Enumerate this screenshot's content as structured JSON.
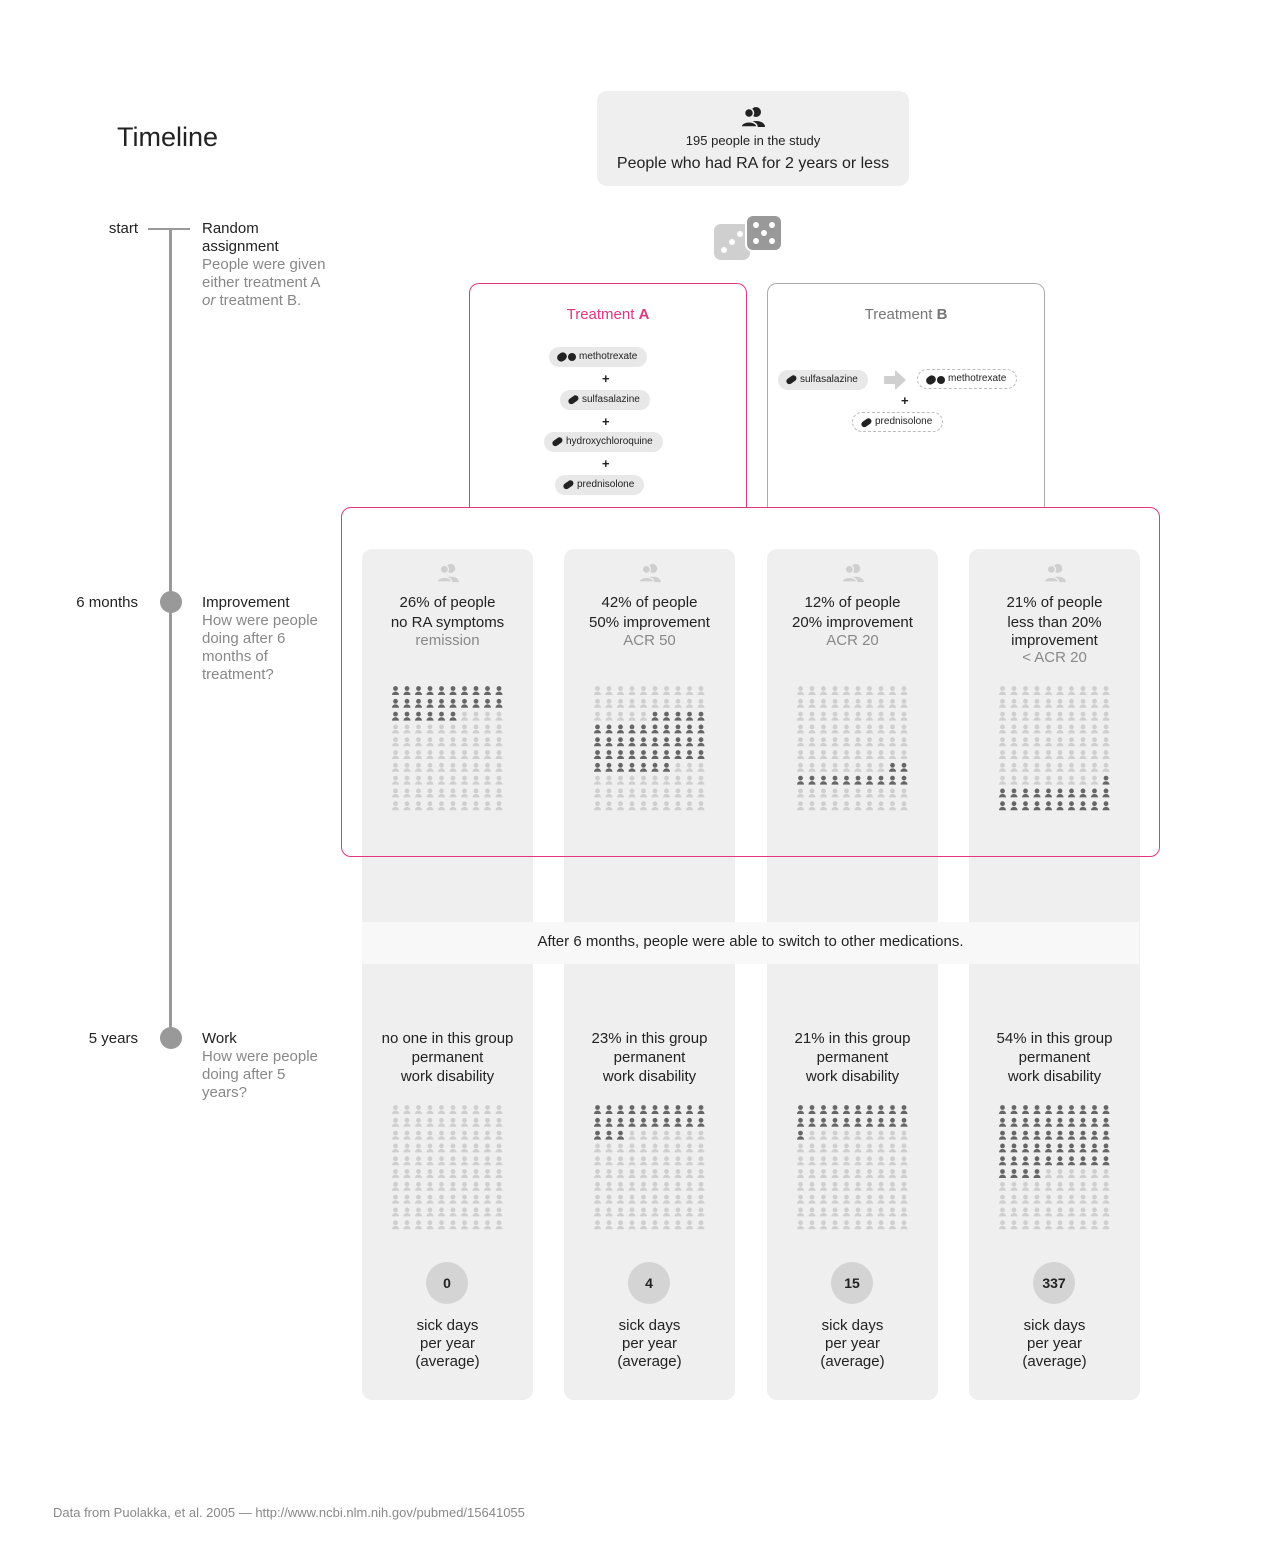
{
  "title": "Timeline",
  "timeline": [
    {
      "label": "start",
      "heading": "Random assignment",
      "desc_pre": "People were given either treatment A ",
      "desc_em": "or",
      "desc_post": " treatment B."
    },
    {
      "label": "6 months",
      "heading": "Improvement",
      "desc": "How were people doing after 6 months of treatment?"
    },
    {
      "label": "5 years",
      "heading": "Work",
      "desc": "How were people doing after 5 years?"
    }
  ],
  "study": {
    "count": "195 people in the study",
    "desc": "People who had RA for 2 years or less",
    "icon": "people-icon"
  },
  "dice_icon": "dice-icon",
  "treatment_a": {
    "title_prefix": "Treatment ",
    "title_letter": "A",
    "color": "#e0377f",
    "drugs": [
      "methotrexate",
      "sulfasalazine",
      "hydroxychloroquine",
      "prednisolone"
    ],
    "plus": "+"
  },
  "treatment_b": {
    "title_prefix": "Treatment ",
    "title_letter": "B",
    "drugs": [
      "sulfasalazine",
      "methotrexate",
      "prednisolone"
    ],
    "plus": "+"
  },
  "groups": [
    {
      "line1": "26% of people",
      "line2": "no RA symptoms",
      "sub": "remission",
      "improved": 26,
      "improved_start": 0,
      "work_line1": "no one in this group",
      "work_line2": "permanent",
      "work_line3": "work disability",
      "disability": 0,
      "sick_days": "0"
    },
    {
      "line1": "42% of people",
      "line2": "50% improvement",
      "sub": "ACR 50",
      "improved": 42,
      "improved_start": 25,
      "work_line1": "23% in this group",
      "work_line2": "permanent",
      "work_line3": "work disability",
      "disability": 23,
      "sick_days": "4"
    },
    {
      "line1": "12% of people",
      "line2": "20% improvement",
      "sub": "ACR 20",
      "improved": 12,
      "improved_start": 68,
      "work_line1": "21% in this group",
      "work_line2": "permanent",
      "work_line3": "work disability",
      "disability": 21,
      "sick_days": "15"
    },
    {
      "line1": "21% of people",
      "line2": "less than 20%",
      "line3": "improvement",
      "sub": "< ACR 20",
      "improved": 21,
      "improved_start": 79,
      "work_line1": "54% in this group",
      "work_line2": "permanent",
      "work_line3": "work disability",
      "disability": 54,
      "sick_days": "337"
    }
  ],
  "sick_label": {
    "line1": "sick days",
    "line2": "per year",
    "line3": "(average)"
  },
  "switch_note": "After 6 months, people were able to switch to other medications.",
  "source": "Data from Puolakka, et al. 2005 — http://www.ncbi.nlm.nih.gov/pubmed/15641055",
  "colors": {
    "accent": "#e0377f",
    "dark_person": "#666666",
    "light_person": "#cfcfcf",
    "timeline": "#999999"
  }
}
